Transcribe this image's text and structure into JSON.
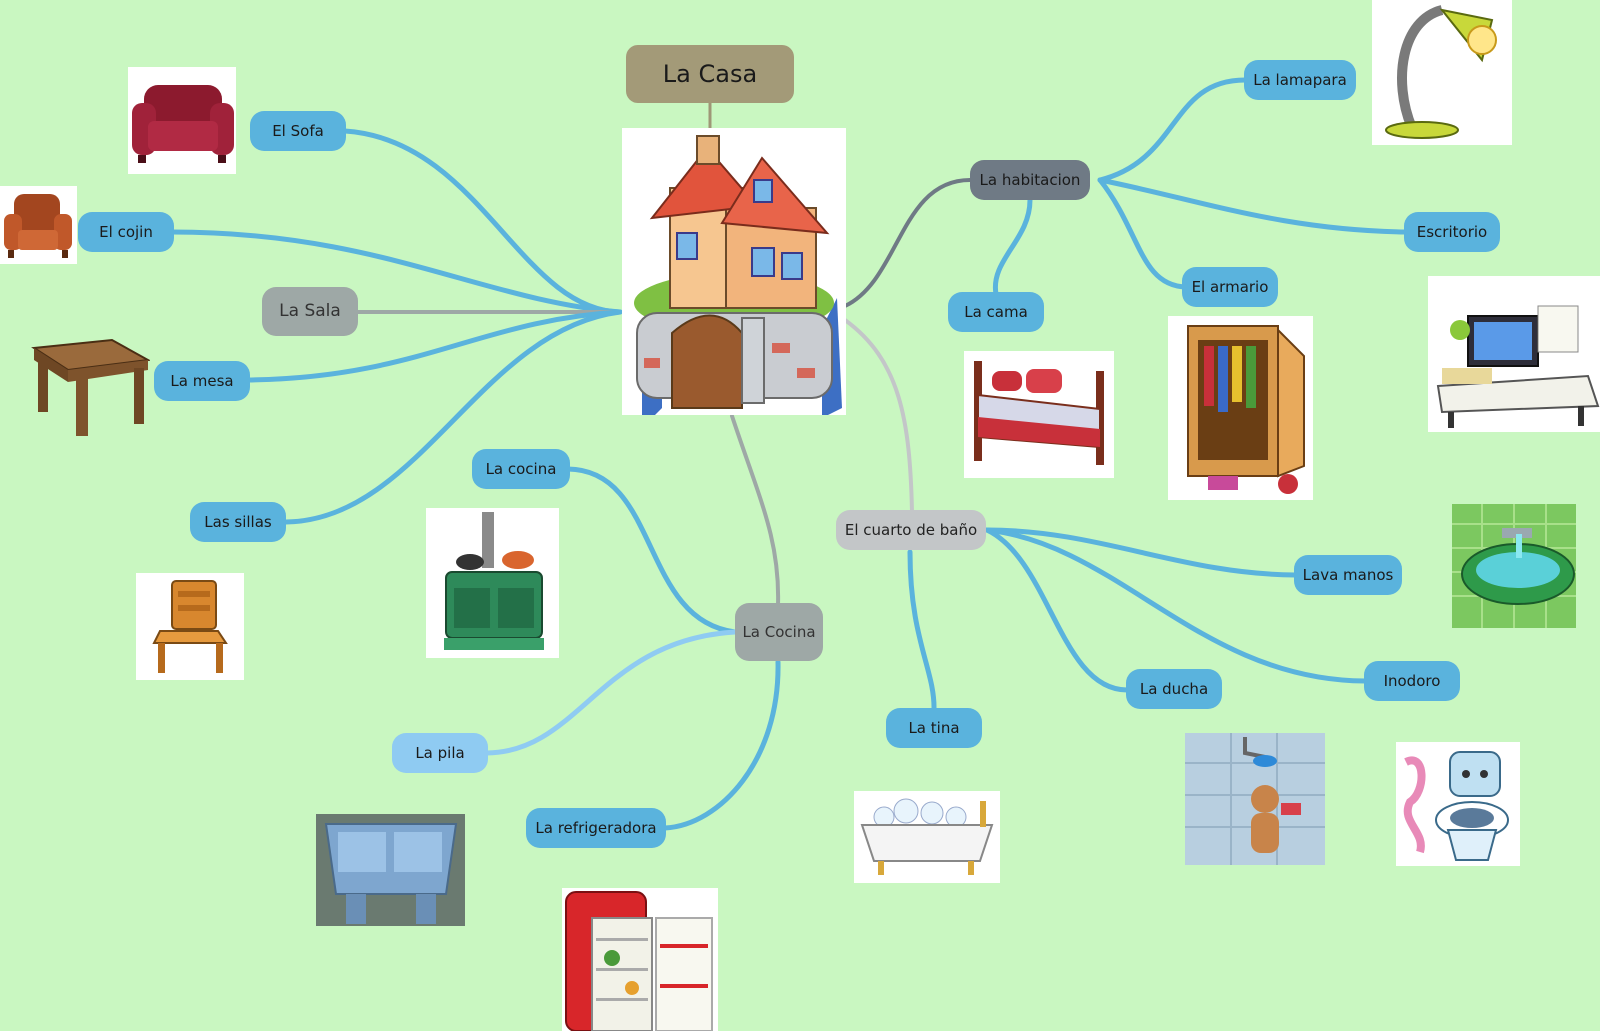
{
  "map": {
    "root": "La Casa",
    "sala": {
      "label": "La Sala",
      "items": [
        "El Sofa",
        "El cojin",
        "La mesa",
        "Las sillas"
      ]
    },
    "cocina": {
      "label": "La Cocina",
      "items": [
        "La cocina",
        "La pila",
        "La refrigeradora"
      ]
    },
    "habitacion": {
      "label": "La habitacion",
      "items": [
        "La lamapara",
        "Escritorio",
        "El armario",
        "La cama"
      ]
    },
    "bano": {
      "label": "El cuarto de baño",
      "items": [
        "Lava manos",
        "Inodoro",
        "La ducha",
        "La tina"
      ]
    }
  },
  "colors": {
    "background": "#c9f7c1",
    "branch_blue": "#5ab3dd",
    "branch_light_blue": "#8fcbf2",
    "branch_grey": "#9ea8a6",
    "branch_slate": "#6f7a85",
    "branch_silver": "#c3c6c8",
    "root": "#a39a78"
  },
  "images": [
    "house-illustration",
    "sofa-illustration",
    "armchair-illustration",
    "table-illustration",
    "chair-illustration",
    "stove-illustration",
    "sink-basin-illustration",
    "refrigerator-illustration",
    "bed-illustration",
    "wardrobe-illustration",
    "lamp-illustration",
    "desk-illustration",
    "washbasin-illustration",
    "shower-illustration",
    "toilet-illustration",
    "bathtub-illustration"
  ]
}
